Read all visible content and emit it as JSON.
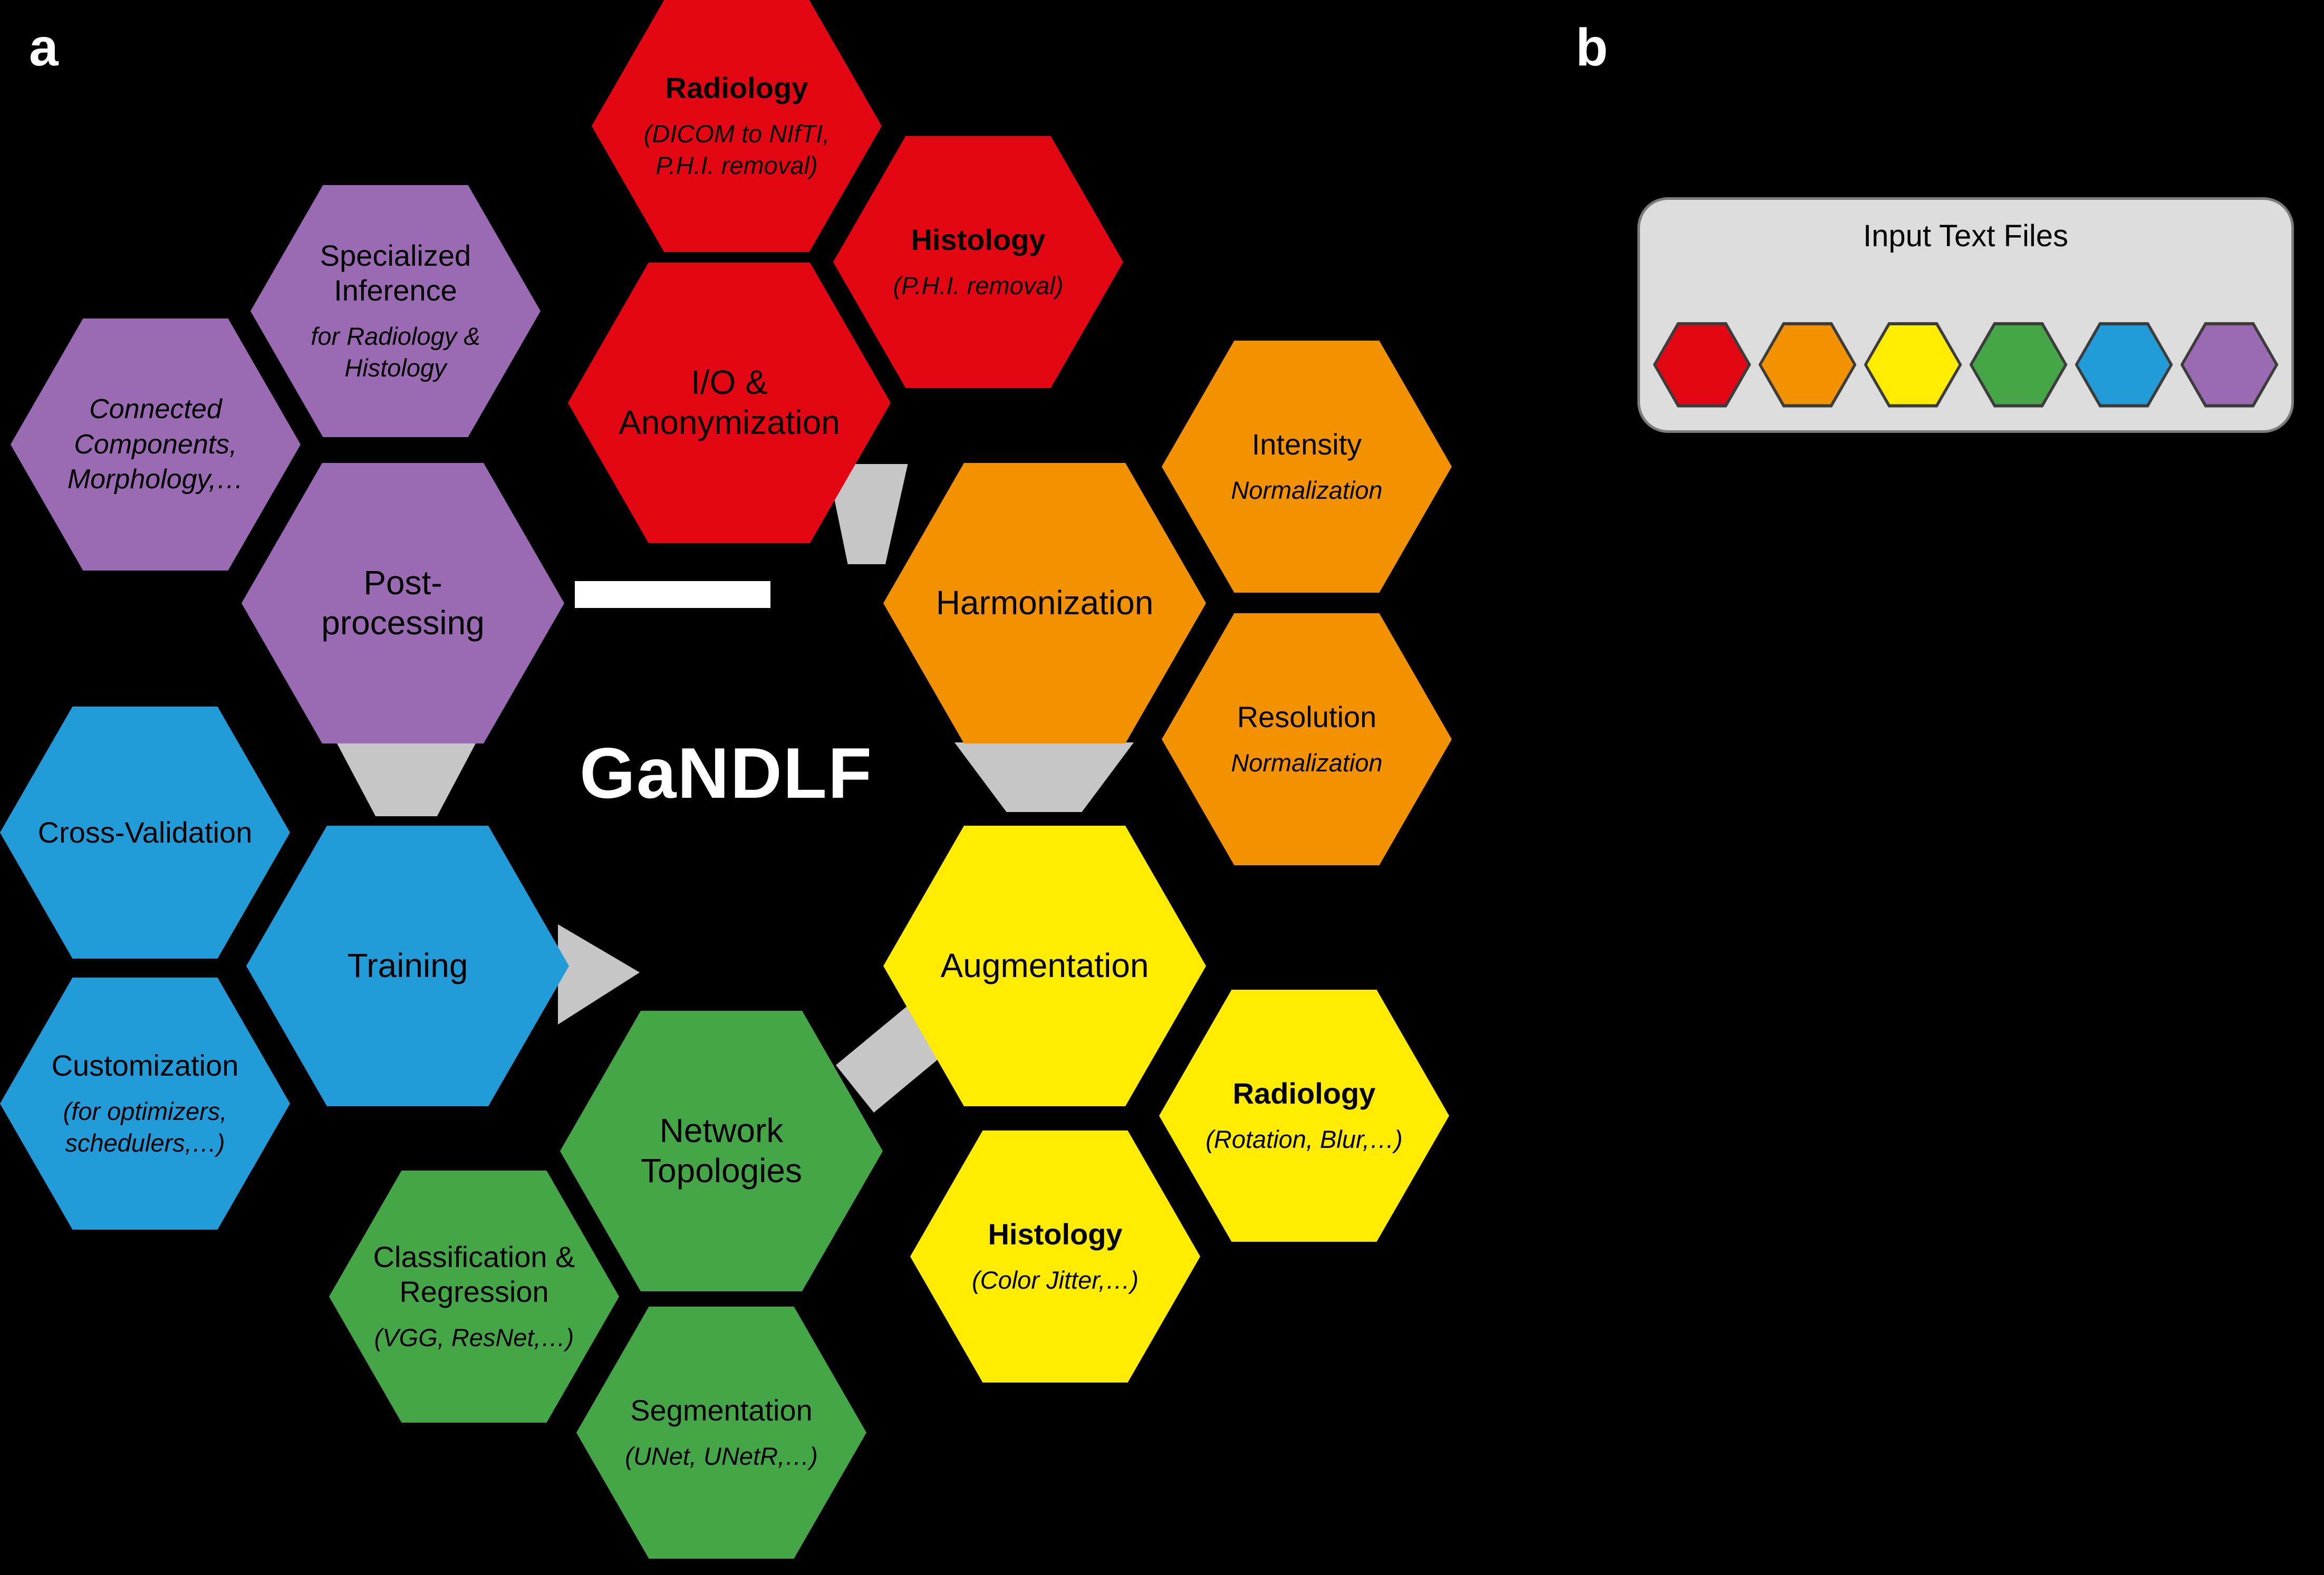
{
  "figure": {
    "panel_a_label": "a",
    "panel_b_label": "b",
    "center_title": "GaNDLF"
  },
  "hexagons": {
    "radiology_io": {
      "title": "Radiology",
      "subtitle": "(DICOM to NIfTI,\nP.H.I. removal)"
    },
    "histology_io": {
      "title": "Histology",
      "subtitle": "(P.H.I. removal)"
    },
    "io_anonymization": {
      "title": "I/O &\nAnonymization"
    },
    "specialized_inference": {
      "title": "Specialized\nInference",
      "subtitle": "for Radiology &\nHistology"
    },
    "connected_components": {
      "subtitle": "Connected\nComponents,\nMorphology,…"
    },
    "post_processing": {
      "title": "Post-\nprocessing"
    },
    "intensity": {
      "title": "Intensity",
      "subtitle": "Normalization"
    },
    "harmonization": {
      "title": "Harmonization"
    },
    "resolution": {
      "title": "Resolution",
      "subtitle": "Normalization"
    },
    "cross_validation": {
      "title": "Cross-Validation"
    },
    "training": {
      "title": "Training"
    },
    "customization": {
      "title": "Customization",
      "subtitle": "(for optimizers,\nschedulers,…)"
    },
    "augmentation": {
      "title": "Augmentation"
    },
    "radiology_aug": {
      "title": "Radiology",
      "subtitle": "(Rotation, Blur,…)"
    },
    "histology_aug": {
      "title": "Histology",
      "subtitle": "(Color Jitter,…)"
    },
    "network_topologies": {
      "title": "Network\nTopologies"
    },
    "classification_regression": {
      "title": "Classification &\nRegression",
      "subtitle": "(VGG, ResNet,…)"
    },
    "segmentation": {
      "title": "Segmentation",
      "subtitle": "(UNet, UNetR,…)"
    }
  },
  "panel_b": {
    "input_box_title": "Input Text Files"
  },
  "colors": {
    "red": "#e30613",
    "orange": "#f39200",
    "yellow": "#ffec00",
    "green": "#45a647",
    "blue": "#229cd8",
    "purple": "#9a6ab3",
    "connector_gray": "#c6c6c6",
    "input_box_fill": "#dcdcdc",
    "input_box_border": "#7c7c7c"
  }
}
